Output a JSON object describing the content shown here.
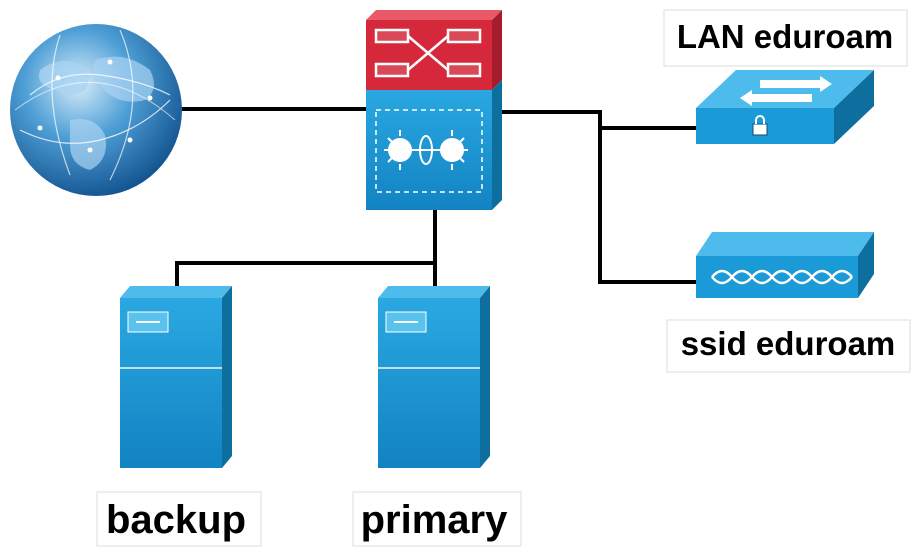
{
  "diagram": {
    "nodes": [
      {
        "id": "internet",
        "type": "globe-icon"
      },
      {
        "id": "firewall-router",
        "type": "router-firewall-icon"
      },
      {
        "id": "lan-switch",
        "type": "switch-icon",
        "label": "LAN eduroam"
      },
      {
        "id": "wireless-ap",
        "type": "access-point-icon",
        "label": "ssid eduroam"
      },
      {
        "id": "backup-server",
        "type": "server-icon",
        "label": "backup"
      },
      {
        "id": "primary-server",
        "type": "server-icon",
        "label": "primary"
      }
    ],
    "edges": [
      {
        "from": "internet",
        "to": "firewall-router"
      },
      {
        "from": "firewall-router",
        "to": "lan-switch"
      },
      {
        "from": "firewall-router",
        "to": "wireless-ap"
      },
      {
        "from": "firewall-router",
        "to": "backup-server"
      },
      {
        "from": "firewall-router",
        "to": "primary-server"
      }
    ]
  },
  "colors": {
    "device_blue": "#1a9ad6",
    "device_dark": "#0e6e9e",
    "router_red": "#d5283a",
    "line": "#000000"
  }
}
